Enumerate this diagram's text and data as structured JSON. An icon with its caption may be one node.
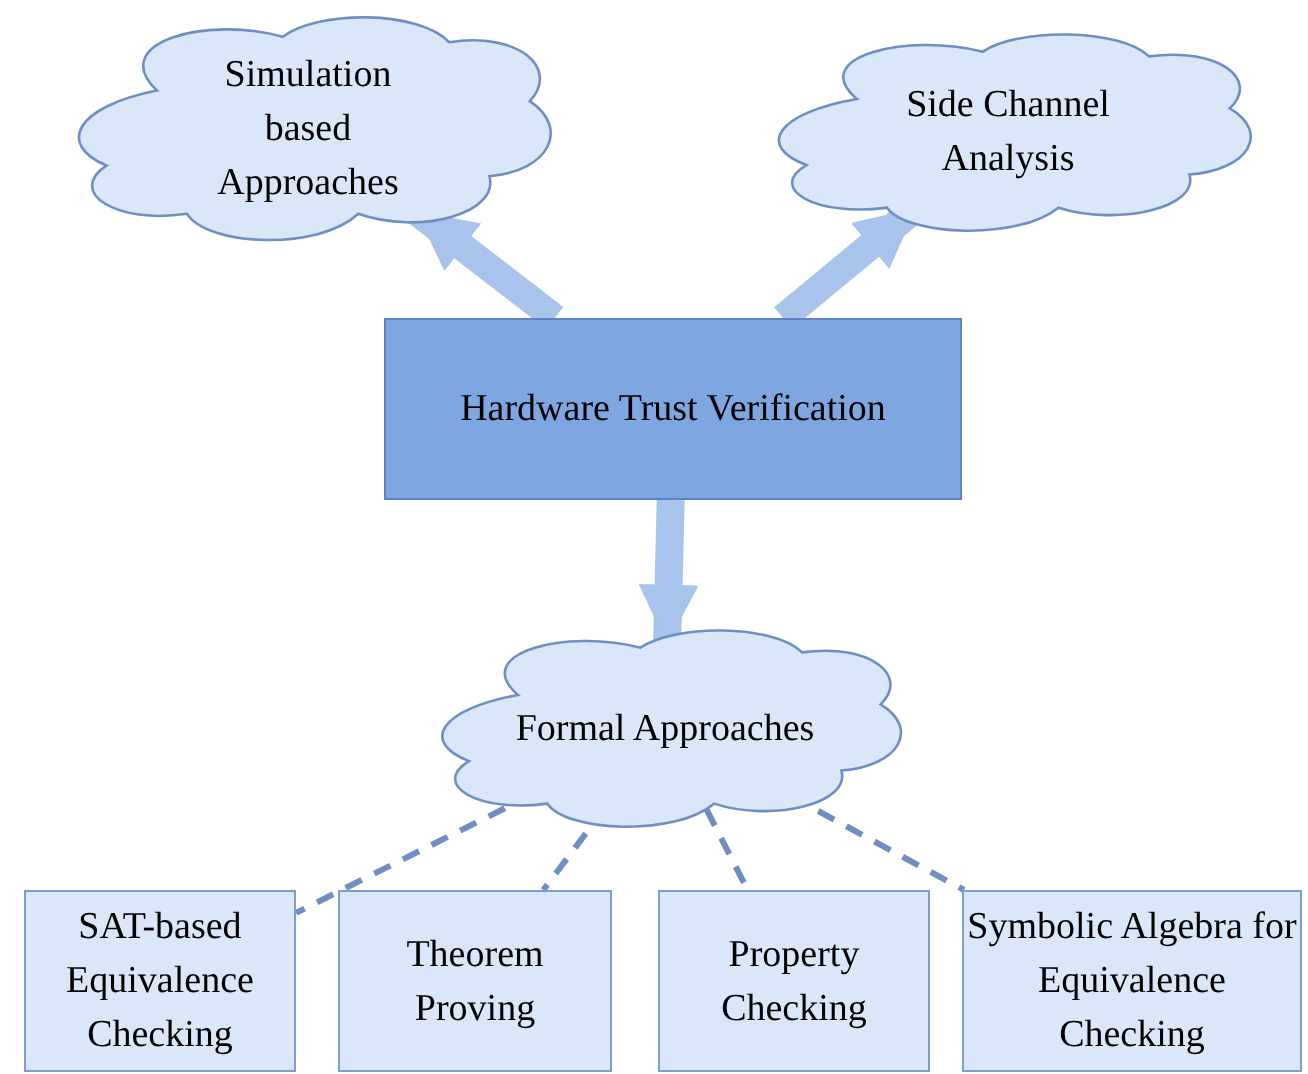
{
  "diagram": {
    "nodes": [
      {
        "text": [
          "Simulation based Approaches"
        ]
      },
      {
        "text": [
          "Side Channel Analysis"
        ]
      },
      {
        "text": [
          "Hardware Trust Verification"
        ]
      },
      {
        "text": [
          "Formal Approaches"
        ]
      },
      {
        "text": [
          "SAT-based Equivalence Checking"
        ]
      },
      {
        "text": [
          "Theorem Proving"
        ]
      },
      {
        "text": [
          "Property Checking"
        ]
      },
      {
        "text": [
          "Symbolic Algebra for Equivalence Checking"
        ]
      }
    ],
    "edges": [
      {
        "from": 2,
        "to": 0,
        "arrow": "to",
        "style": "thick"
      },
      {
        "from": 2,
        "to": 1,
        "arrow": "to",
        "style": "thick"
      },
      {
        "from": 2,
        "to": 3,
        "arrow": "to",
        "style": "thick"
      },
      {
        "from": 3,
        "to": 4,
        "arrow": "none",
        "style": "dashed"
      },
      {
        "from": 3,
        "to": 5,
        "arrow": "none",
        "style": "dashed"
      },
      {
        "from": 3,
        "to": 6,
        "arrow": "none",
        "style": "dashed"
      },
      {
        "from": 3,
        "to": 7,
        "arrow": "none",
        "style": "dashed"
      }
    ]
  }
}
